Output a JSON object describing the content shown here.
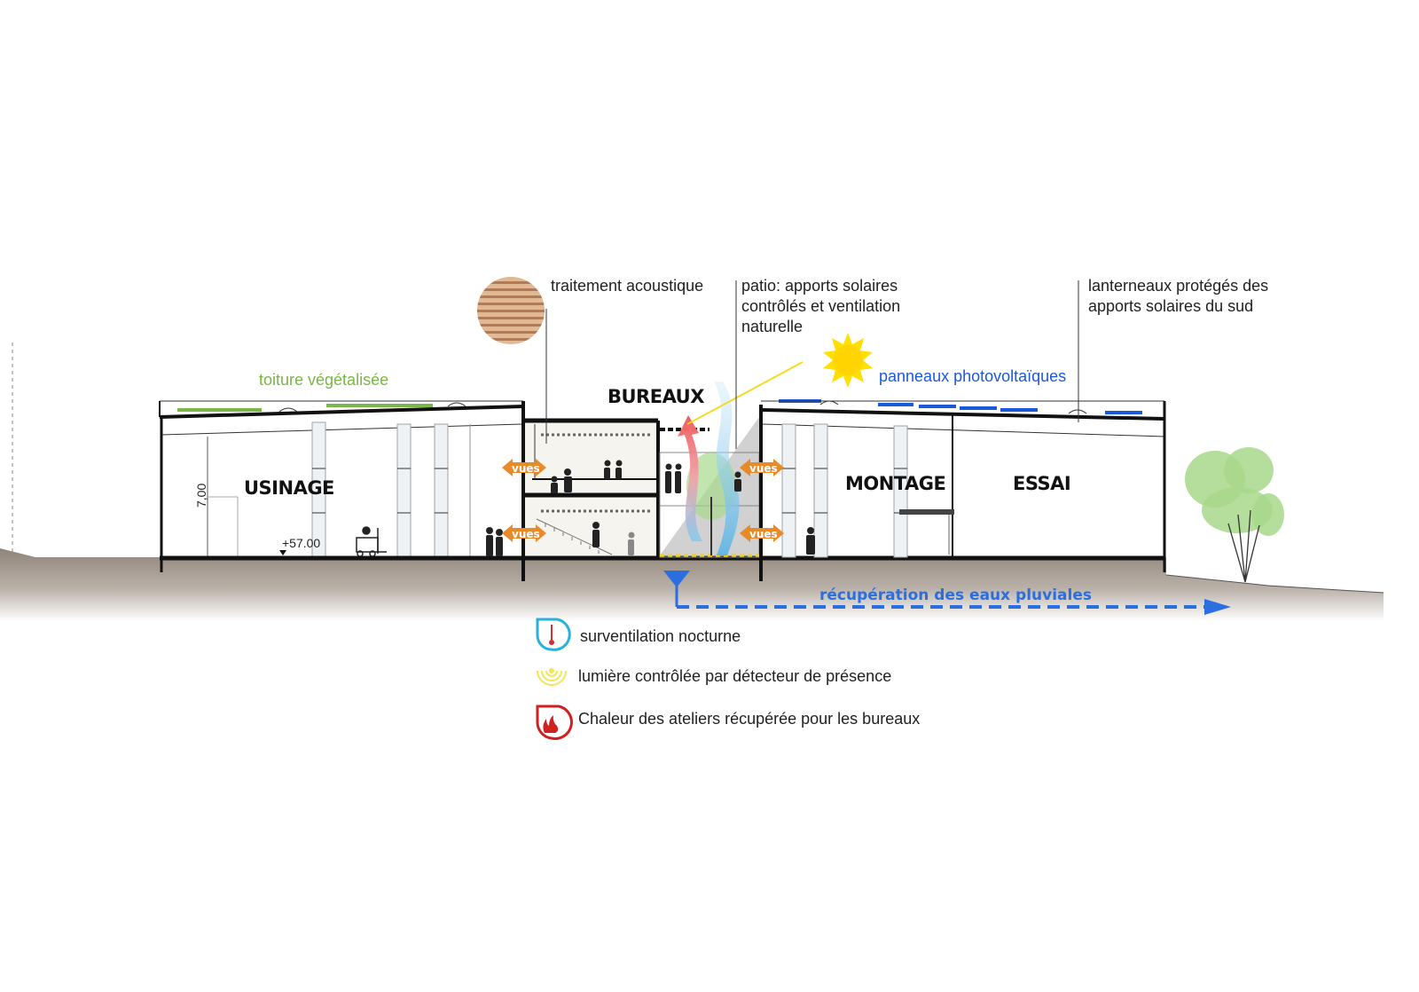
{
  "annotations": {
    "acoustic": "traitement acoustique",
    "patio_line1": "patio: apports solaires",
    "patio_line2": "contrôlés et ventilation",
    "patio_line3": "naturelle",
    "lanterns_line1": "lanterneaux protégés des",
    "lanterns_line2": "apports solaires du sud",
    "green_roof": "toiture végétalisée",
    "pv_panels": "panneaux photovoltaïques",
    "rainwater": "récupération des eaux pluviales"
  },
  "zones": {
    "usinage": "USINAGE",
    "bureaux": "BUREAUX",
    "montage": "MONTAGE",
    "essai": "ESSAI"
  },
  "views": {
    "label": "vues"
  },
  "dimensions": {
    "height": "7,00",
    "level": "+57.00"
  },
  "legend": [
    {
      "icon": "thermometer-icon",
      "label": "surventilation nocturne"
    },
    {
      "icon": "presence-sensor-icon",
      "label": "lumière contrôlée par détecteur de présence"
    },
    {
      "icon": "flame-icon",
      "label": "Chaleur des ateliers récupérée pour les bureaux"
    }
  ],
  "colors": {
    "green_roof": "#7ab648",
    "pv": "#1a5ad8",
    "rain": "#2a6ee0",
    "vues": "#e8892a",
    "ground": "#9a8e83",
    "sun": "#ffe000",
    "tree": "#9fd67f"
  }
}
